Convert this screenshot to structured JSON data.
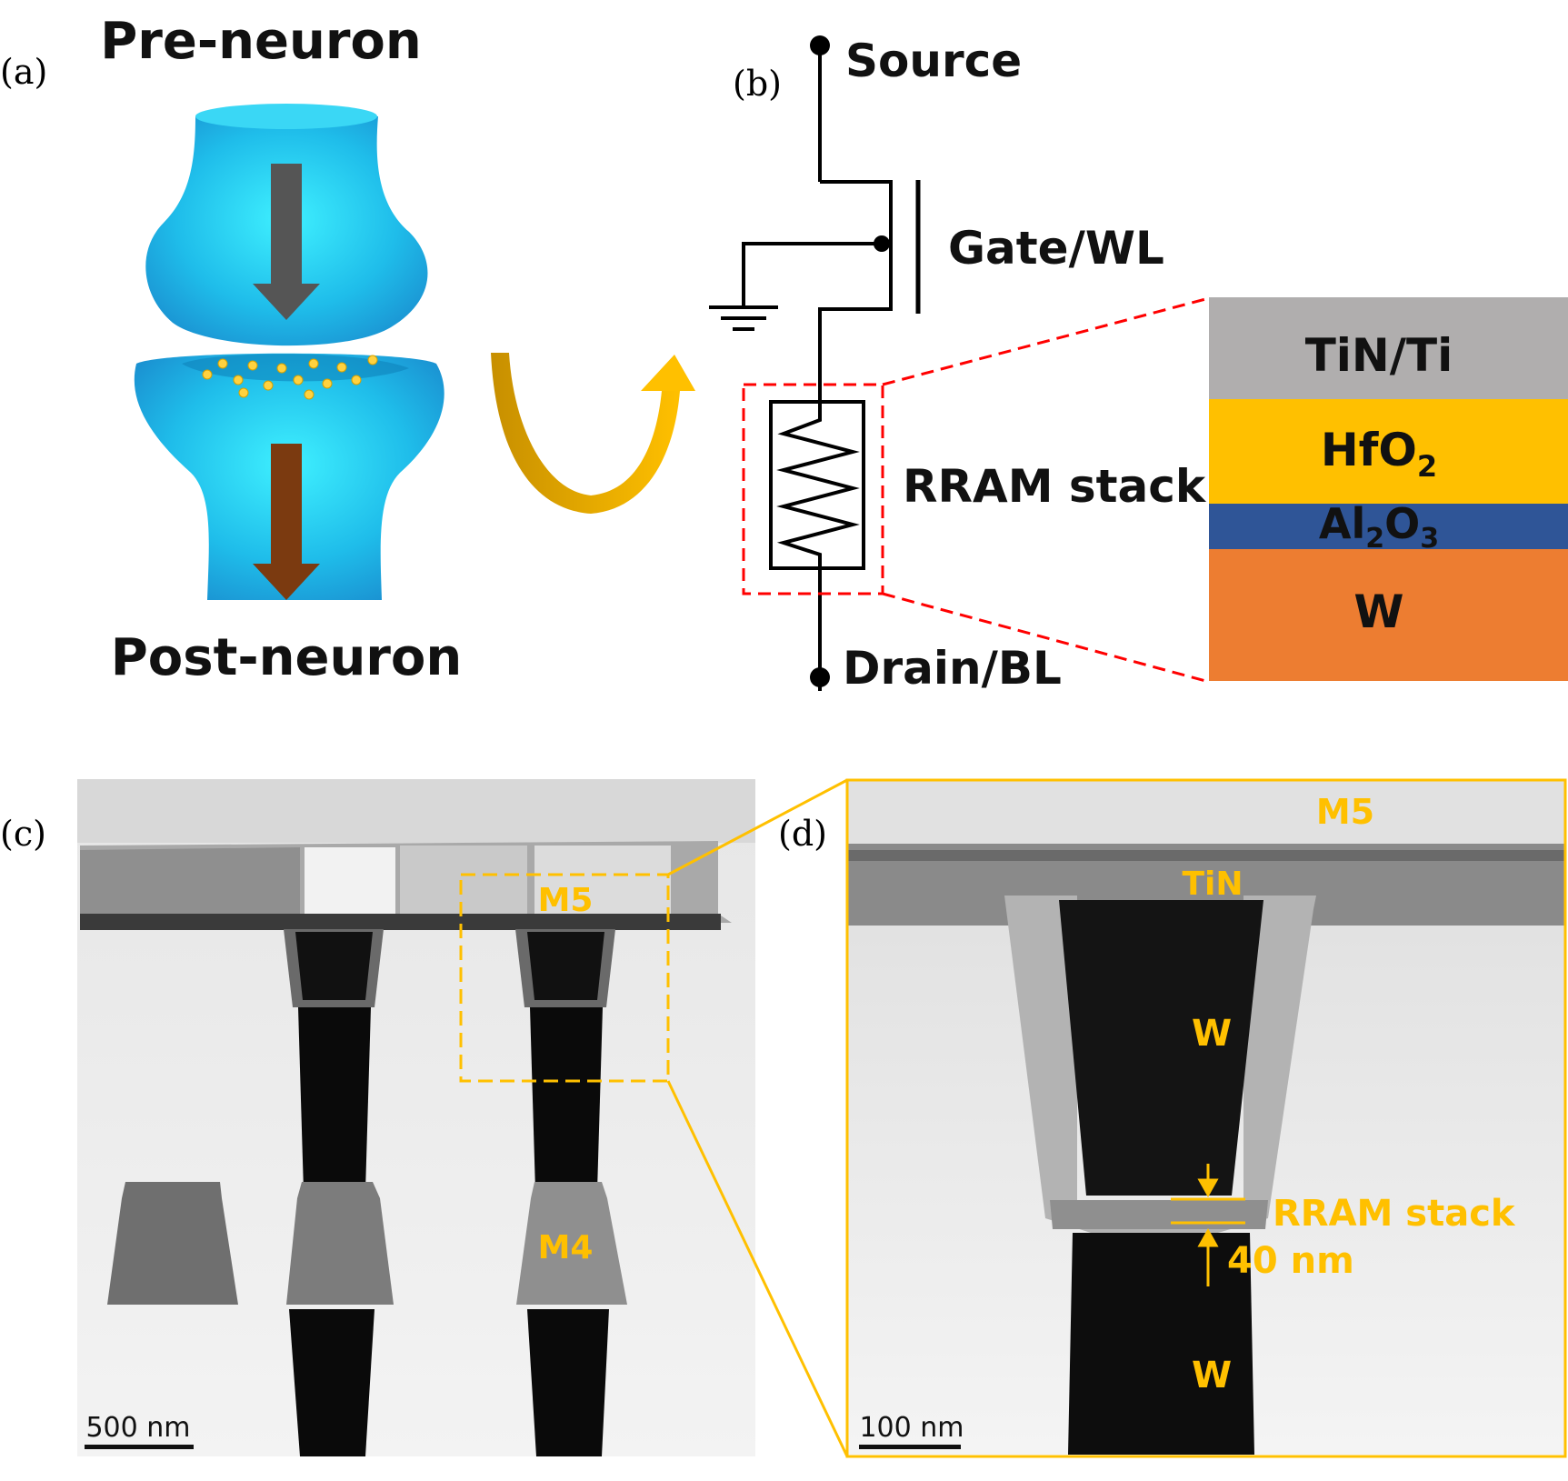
{
  "panels": {
    "a": {
      "label": "(a)",
      "top_text": "Pre-neuron",
      "bottom_text": "Post-neuron"
    },
    "b": {
      "label": "(b)",
      "source": "Source",
      "gate": "Gate/WL",
      "rram": "RRAM stack",
      "drain": "Drain/BL",
      "layers": [
        {
          "name": "TiN/Ti",
          "color": "#b0aeae"
        },
        {
          "name": "HfO",
          "sub": "2",
          "color": "#ffc000"
        },
        {
          "name": "Al",
          "sub": "2",
          "name2": "O",
          "sub2": "3",
          "color": "#2f5597"
        },
        {
          "name": "W",
          "color": "#ed7d31"
        }
      ]
    },
    "c": {
      "label": "(c)",
      "m5": "M5",
      "m4": "M4",
      "scale": "500 nm"
    },
    "d": {
      "label": "(d)",
      "m5": "M5",
      "tin": "TiN",
      "w_top": "W",
      "rram": "RRAM stack",
      "thickness": "40 nm",
      "w_bottom": "W",
      "scale": "100 nm"
    }
  },
  "colors": {
    "accent": "#ffc000",
    "dash_red": "#ff0000",
    "synapse": "#29b6e8",
    "arrow_gray": "#555555",
    "arrow_brown": "#7b3a10"
  }
}
